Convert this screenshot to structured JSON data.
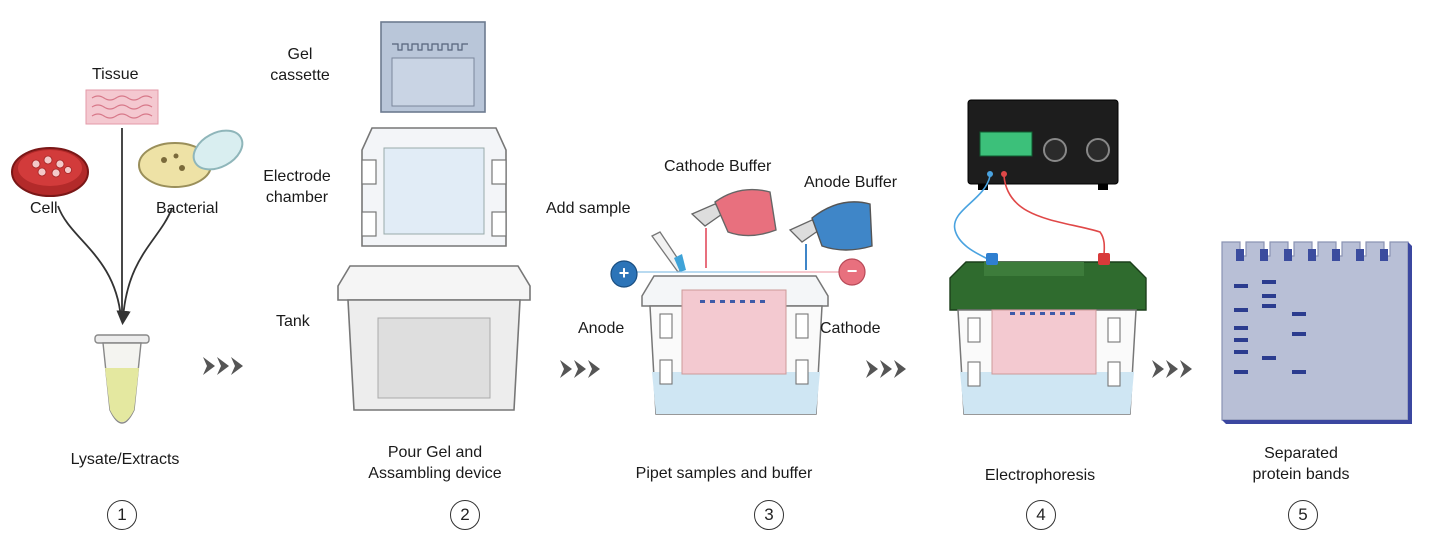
{
  "colors": {
    "cathode_buffer": "#e8707e",
    "anode_buffer": "#3f86c8",
    "lid_green": "#2f6b2e",
    "power_supply": "#1d1d1d",
    "lysate": "#e4e8a0",
    "gel_pink": "#f3c9d0",
    "buffer_blue": "#cfe6f3",
    "membrane": "#b8bfd6",
    "band": "#2b3c8f"
  },
  "step1": {
    "tissue": "Tissue",
    "cell": "Cell",
    "bacterial": "Bacterial",
    "caption": "Lysate/Extracts",
    "number": "1"
  },
  "step2": {
    "gel_cassette_line1": "Gel",
    "gel_cassette_line2": "cassette",
    "electrode_line1": "Electrode",
    "electrode_line2": "chamber",
    "tank": "Tank",
    "caption_line1": "Pour Gel and",
    "caption_line2": "Assambling device",
    "number": "2"
  },
  "step3": {
    "cathode_buffer": "Cathode Buffer",
    "anode_buffer": "Anode Buffer",
    "add_sample": "Add sample",
    "anode": "Anode",
    "cathode": "Cathode",
    "plus": "+",
    "minus": "−",
    "caption": "Pipet samples and buffer",
    "number": "3"
  },
  "step4": {
    "caption": "Electrophoresis",
    "number": "4"
  },
  "step5": {
    "caption_line1": "Separated",
    "caption_line2": "protein bands",
    "number": "5"
  },
  "arrows": [
    "flow-arrow",
    "flow-arrow",
    "flow-arrow",
    "flow-arrow"
  ],
  "icons": [
    "tissue-icon",
    "petri-dish-cell-icon",
    "petri-dish-bacterial-icon",
    "microtube-icon",
    "gel-cassette-icon",
    "electrode-chamber-icon",
    "tank-icon",
    "pipette-icon",
    "cathode-buffer-bottle-icon",
    "anode-buffer-bottle-icon",
    "power-supply-icon",
    "membrane-icon"
  ]
}
